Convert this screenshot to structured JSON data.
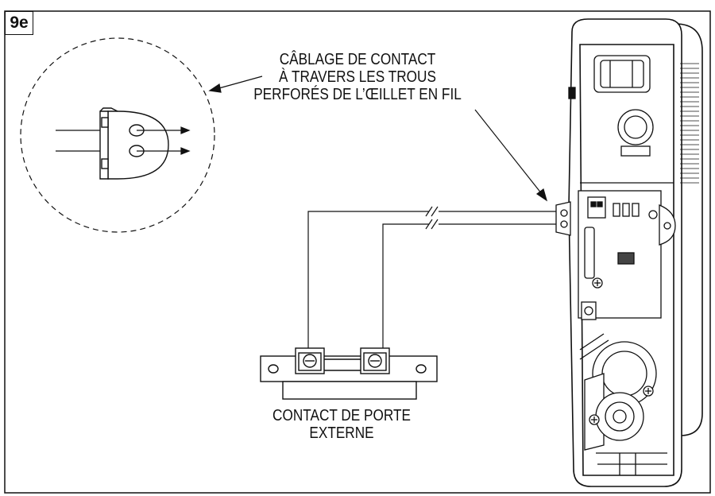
{
  "figure": {
    "id": "9e"
  },
  "labels": {
    "wiring_line1": "CÂBLAGE DE CONTACT",
    "wiring_line2": "À TRAVERS LES TROUS",
    "wiring_line3": "PERFORÉS DE L’ŒILLET EN FIL",
    "contact_line1": "CONTACT DE PORTE",
    "contact_line2": "EXTERNE"
  }
}
